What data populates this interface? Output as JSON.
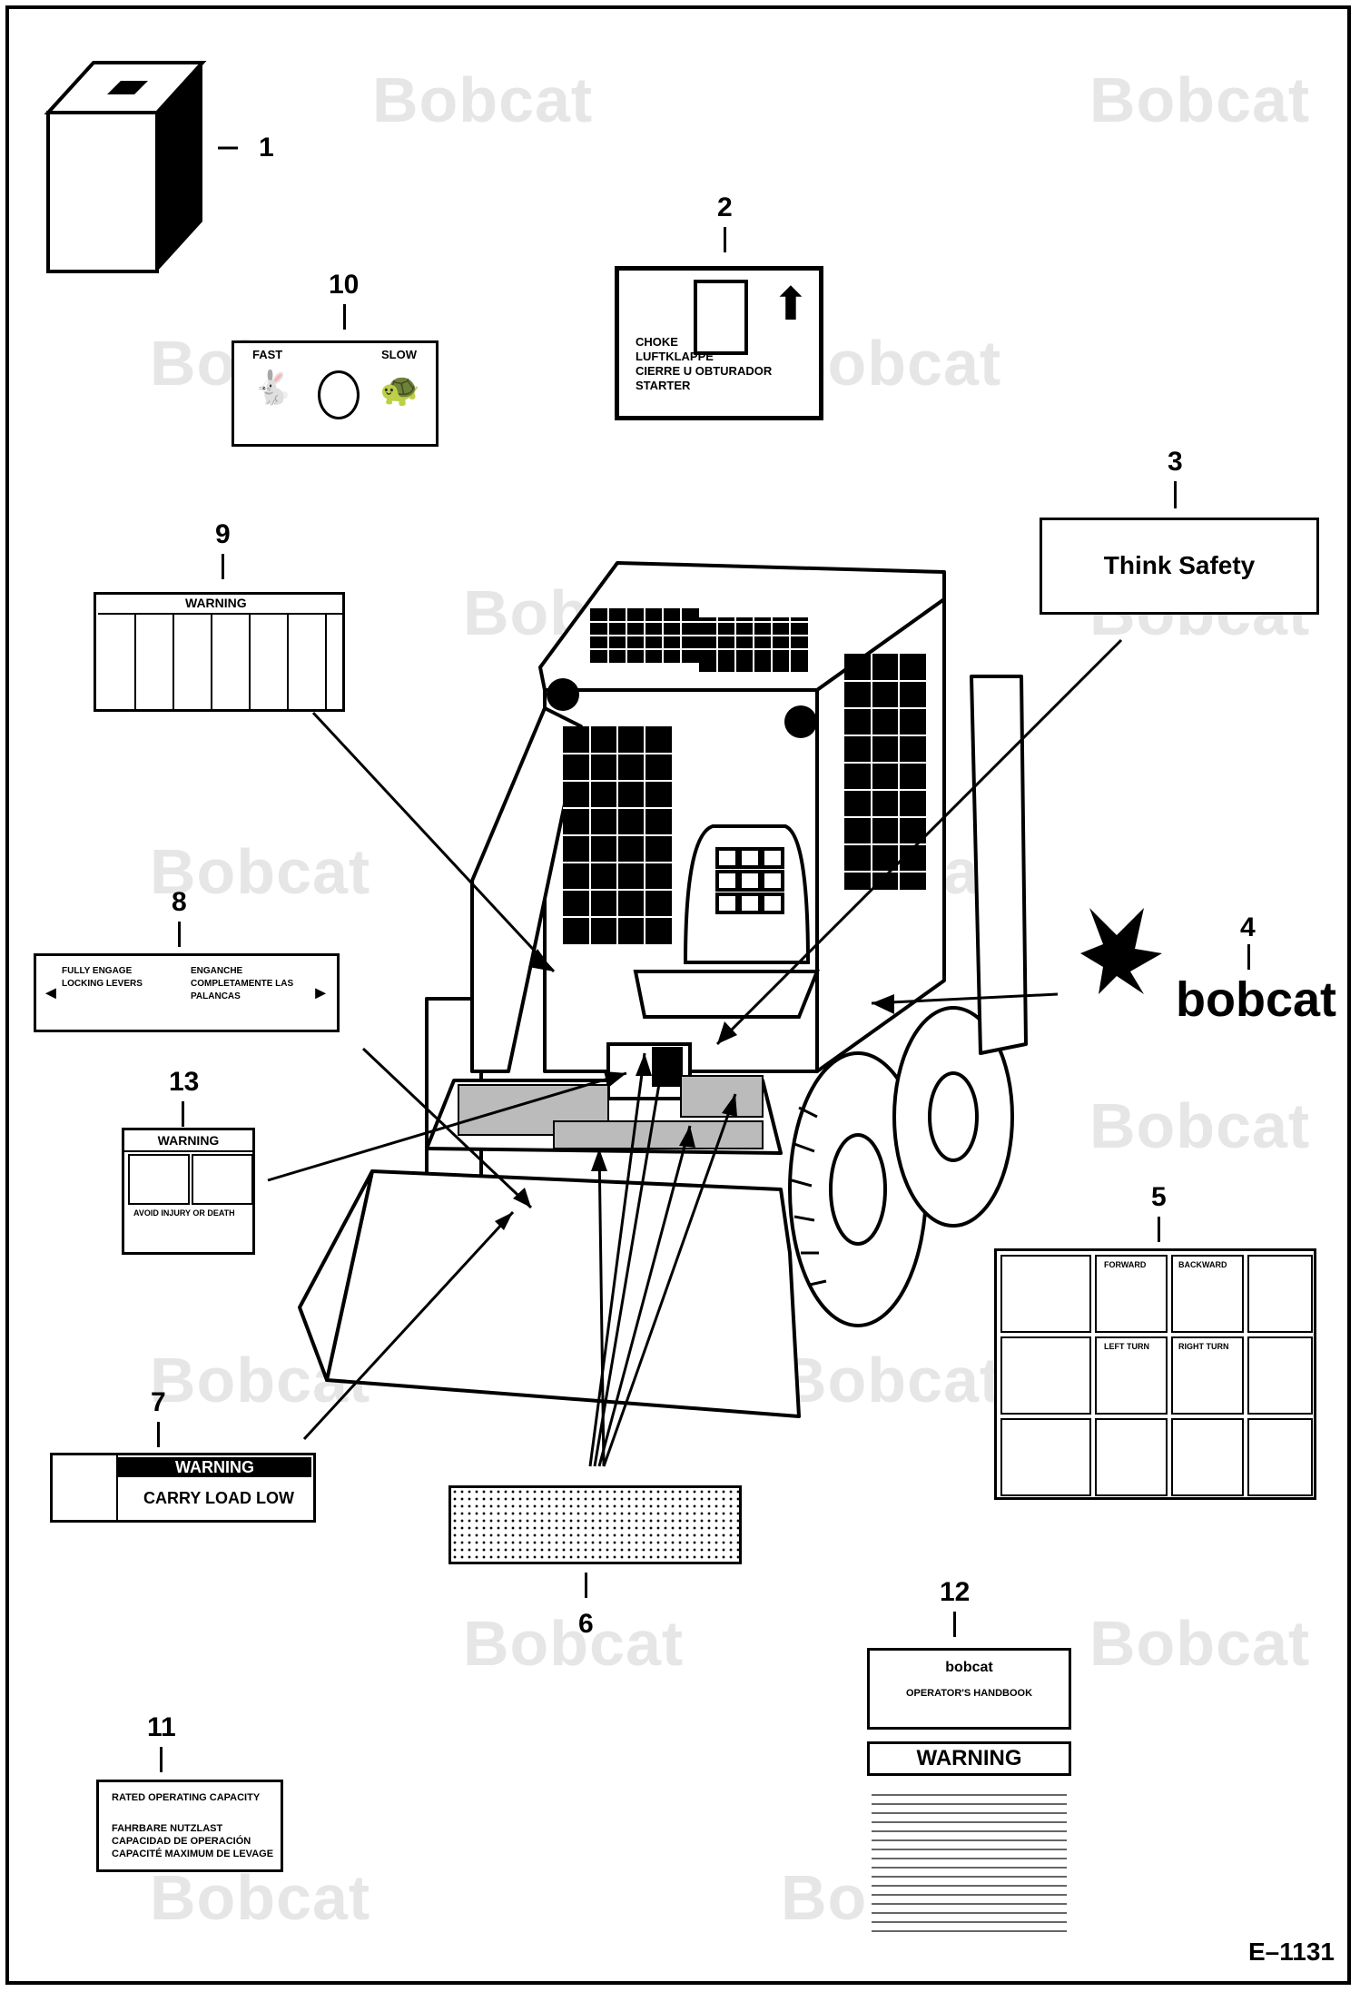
{
  "watermark": {
    "text": "Bobcat"
  },
  "labels": {
    "n1": "1",
    "n2": "2",
    "n3": "3",
    "n4": "4",
    "n5": "5",
    "n6": "6",
    "n7": "7",
    "n8": "8",
    "n9": "9",
    "n10": "10",
    "n11": "11",
    "n12": "12",
    "n13": "13"
  },
  "decal2": {
    "line1": "CHOKE",
    "line2": "LUFTKLAPPE",
    "line3": "CIERRE U OBTURADOR",
    "line4": "STARTER"
  },
  "decal3": {
    "text": "Think Safety"
  },
  "decal4": {
    "logo_text": "bobcat"
  },
  "decal5": {
    "forward": "FORWARD",
    "backward": "BACKWARD",
    "left_turn": "LEFT TURN",
    "right_turn": "RIGHT TURN"
  },
  "decal7": {
    "warning": "WARNING",
    "text": "CARRY LOAD LOW"
  },
  "decal8": {
    "left_top": "FULLY ENGAGE LOCKING LEVERS",
    "right_top": "ENGANCHE COMPLETAMENTE LAS PALANCAS"
  },
  "decal9": {
    "warning": "WARNING"
  },
  "decal10": {
    "fast": "FAST",
    "slow": "SLOW"
  },
  "decal11": {
    "line1": "RATED OPERATING CAPACITY",
    "line2": "FAHRBARE NUTZLAST",
    "line3": "CAPACIDAD DE OPERACIÓN",
    "line4": "CAPACITÉ MAXIMUM DE LEVAGE"
  },
  "decal12": {
    "brand": "bobcat",
    "handbook": "OPERATOR'S HANDBOOK",
    "warning": "WARNING"
  },
  "decal13": {
    "warning": "WARNING",
    "avoid": "AVOID INJURY OR DEATH"
  },
  "figure": {
    "code": "E–1131"
  }
}
